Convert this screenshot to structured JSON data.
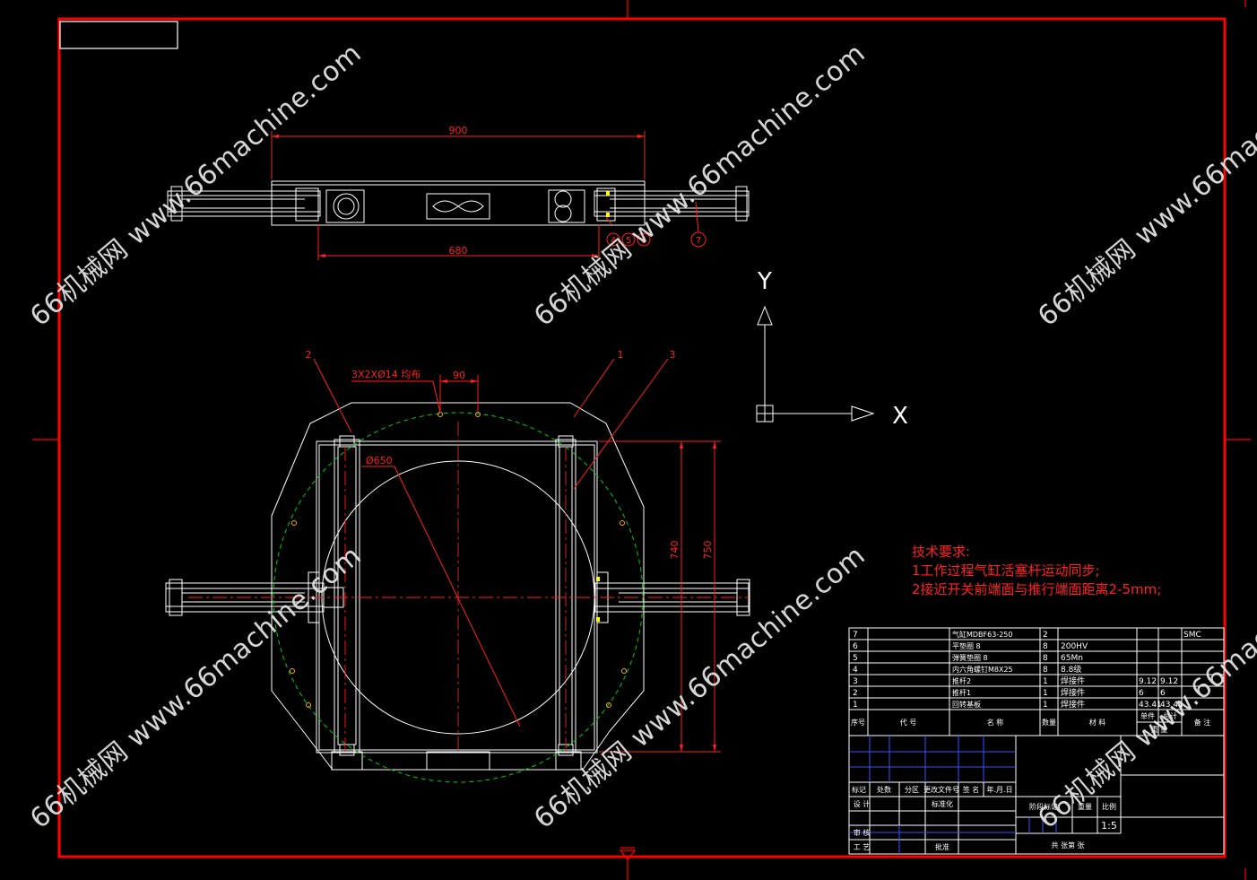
{
  "colors": {
    "frame": "#ff0000",
    "geometry": "#ffffff",
    "dimension": "#ff2020",
    "centerline": "#ff2020",
    "bolt_circle": "#00cc00",
    "title_block": "#ffffff",
    "title_block_blue": "#3355ff",
    "sensor": "#ffff00",
    "watermark": "#e8e8e8"
  },
  "top_view": {
    "dim_overall": "900",
    "dim_inner": "680",
    "balloons": [
      "4",
      "5",
      "6",
      "7"
    ]
  },
  "main_view": {
    "leaders": [
      "2",
      "1",
      "3"
    ],
    "hole_note": "3X2XØ14 均布",
    "dim_hole_spacing": "90",
    "dim_circle": "Ø650",
    "dim_height_inner": "740",
    "dim_height_outer": "750"
  },
  "axes": {
    "y_label": "Y",
    "x_label": "X"
  },
  "tech_requirements": {
    "title": "技术要求:",
    "items": [
      "1工作过程气缸活塞杆运动同步;",
      "2接近开关前端面与推行端面距离2-5mm;"
    ]
  },
  "bom": {
    "rows": [
      {
        "no": "7",
        "name": "气缸MDBF63-250",
        "qty": "2",
        "material": "",
        "unit": "",
        "total": "",
        "note": "SMC"
      },
      {
        "no": "6",
        "name": "平垫圈 8",
        "qty": "8",
        "material": "200HV",
        "unit": "",
        "total": "",
        "note": ""
      },
      {
        "no": "5",
        "name": "弹簧垫圈 8",
        "qty": "8",
        "material": "65Mn",
        "unit": "",
        "total": "",
        "note": ""
      },
      {
        "no": "4",
        "name": "内六角螺钉M8X25",
        "qty": "8",
        "material": "8.8级",
        "unit": "",
        "total": "",
        "note": ""
      },
      {
        "no": "3",
        "name": "推杆2",
        "qty": "1",
        "material": "焊接件",
        "unit": "9.12",
        "total": "9.12",
        "note": ""
      },
      {
        "no": "2",
        "name": "推杆1",
        "qty": "1",
        "material": "焊接件",
        "unit": "6",
        "total": "6",
        "note": ""
      },
      {
        "no": "1",
        "name": "回转基板",
        "qty": "1",
        "material": "焊接件",
        "unit": "43.41",
        "total": "43.41",
        "note": ""
      }
    ],
    "header": {
      "no": "序号",
      "code": "代 号",
      "name": "名 称",
      "qty": "数量",
      "material": "材 料",
      "unit": "单件",
      "total": "总计",
      "weight": "重 量",
      "note": "备 注"
    }
  },
  "title_block": {
    "rev_headers": [
      "标记",
      "处数",
      "分区",
      "更改文件号",
      "签 名",
      "年.月.日"
    ],
    "design": "设 计",
    "std": "标准化",
    "review": "审 核",
    "process": "工 艺",
    "approve": "批准",
    "stage": "阶段标记",
    "weight": "重量",
    "scale": "比例",
    "scale_value": "1:5",
    "sheets": "共  张第  张"
  },
  "watermark": {
    "text": "66机械网 www.66machine.com"
  }
}
